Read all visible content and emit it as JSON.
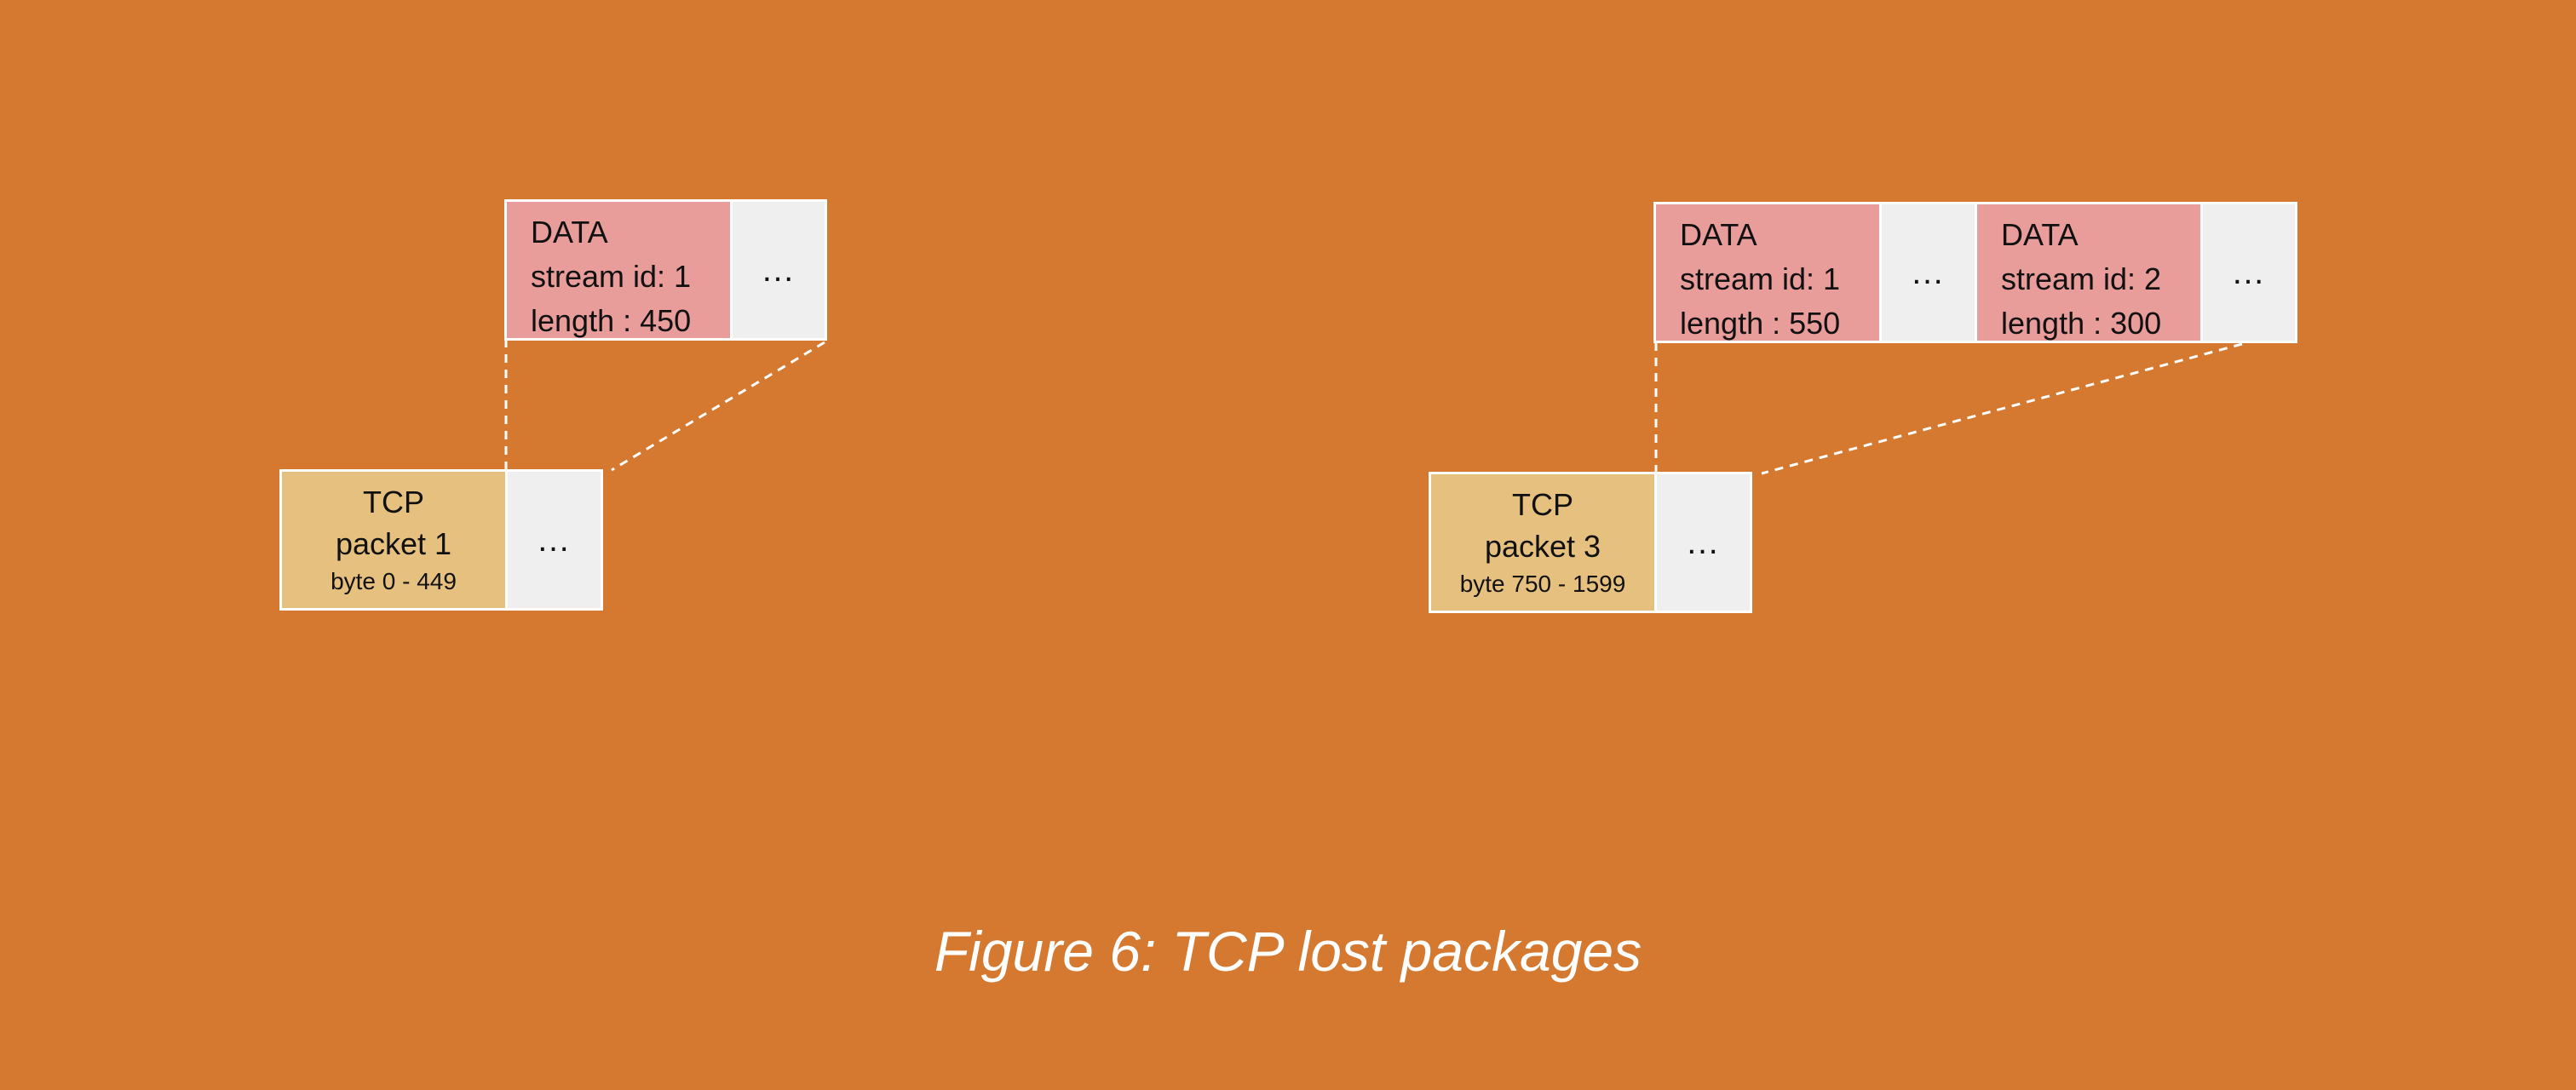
{
  "diagram": {
    "left": {
      "data_frame": {
        "type": "DATA",
        "stream": "stream id: 1",
        "length": "length : 450"
      },
      "data_ellipsis": "…",
      "tcp_packet": {
        "title": "TCP",
        "name": "packet 1",
        "range": "byte 0 - 449"
      },
      "tcp_ellipsis": "…"
    },
    "right": {
      "data_frame_1": {
        "type": "DATA",
        "stream": "stream id: 1",
        "length": "length : 550"
      },
      "data_ellipsis_1": "…",
      "data_frame_2": {
        "type": "DATA",
        "stream": "stream id: 2",
        "length": "length : 300"
      },
      "data_ellipsis_2": "…",
      "tcp_packet": {
        "title": "TCP",
        "name": "packet 3",
        "range": "byte 750 - 1599"
      },
      "tcp_ellipsis": "…"
    }
  },
  "caption": "Figure 6: TCP lost packages",
  "colors": {
    "background": "#d57931",
    "data_frame": "#e99d9b",
    "tcp_packet": "#e6c07f",
    "ellipsis_box": "#efefef",
    "border": "#ffffff"
  }
}
